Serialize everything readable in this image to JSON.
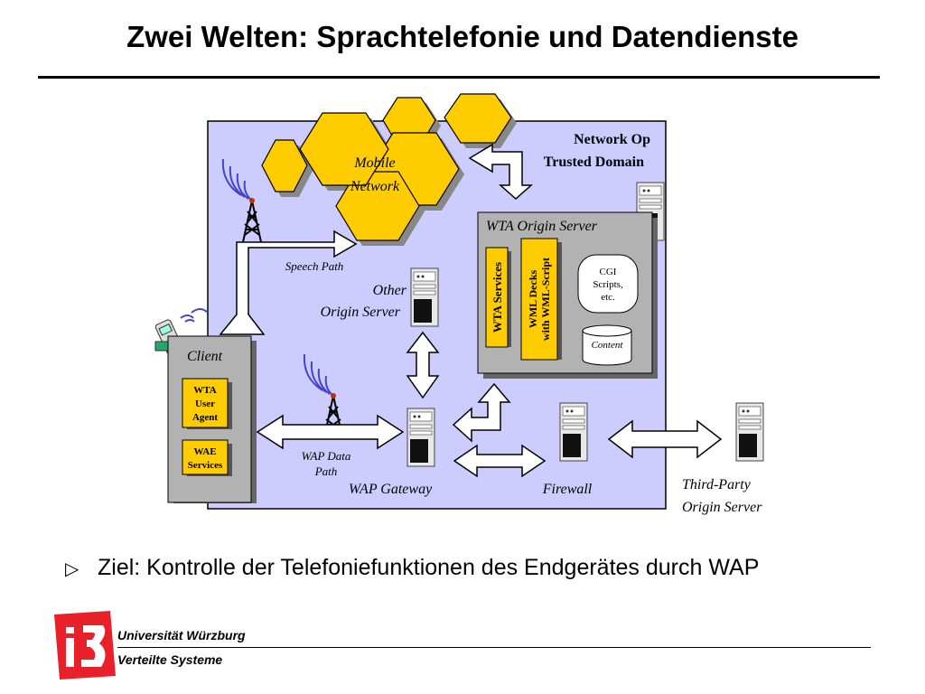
{
  "slide": {
    "title": "Zwei Welten: Sprachtelefonie und Datendienste",
    "bullet_text": "Ziel: Kontrolle der Telefoniefunktionen des Endgerätes durch WAP"
  },
  "diagram": {
    "mobile_network": [
      "Mobile",
      "Network"
    ],
    "network_op": [
      "Network Op",
      "Trusted Domain"
    ],
    "wta_origin_server": "WTA Origin Server",
    "wta_services": "WTA Services",
    "wml_decks": [
      "WML Decks",
      "with WML-Script"
    ],
    "cgi": [
      "CGI",
      "Scripts,",
      "etc."
    ],
    "content": "Content",
    "speech_path": "Speech Path",
    "other_origin_server": [
      "Other",
      "Origin Server"
    ],
    "client": "Client",
    "wta_user_agent": [
      "WTA",
      "User",
      "Agent"
    ],
    "wae_services": [
      "WAE",
      "Services"
    ],
    "wap_data_path": [
      "WAP Data",
      "Path"
    ],
    "wap_gateway": "WAP Gateway",
    "firewall": "Firewall",
    "third_party": [
      "Third-Party",
      "Origin Server"
    ]
  },
  "footer": {
    "university": "Universität  Würzburg",
    "department": "Verteilte Systeme",
    "logo_text": "i3"
  },
  "colors": {
    "domain_bg": "#ccccff",
    "hex_yellow": "#ffcc00",
    "panel_gray": "#b2b2b2",
    "logo_red": "#e8202a"
  }
}
